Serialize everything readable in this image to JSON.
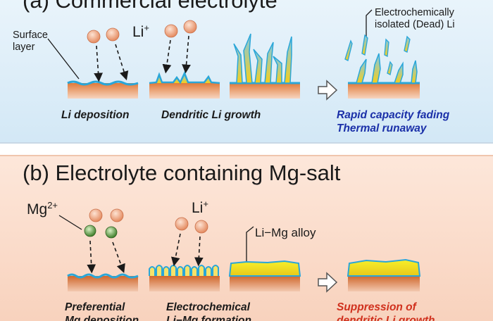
{
  "panel_a": {
    "heading": "(a) Commercial electrolyte",
    "surface_label_line1": "Surface",
    "surface_label_line2": "layer",
    "li_ion": "Li",
    "li_ion_charge": "+",
    "dead_li_line1": "Electrochemically",
    "dead_li_line2": "isolated (Dead)  Li",
    "step1_caption": "Li deposition",
    "step2_caption": "Dendritic Li growth",
    "result_line1": "Rapid capacity fading",
    "result_line2": "Thermal runaway"
  },
  "panel_b": {
    "heading": "(b) Electrolyte containing Mg-salt",
    "mg_ion": "Mg",
    "mg_ion_charge": "2+",
    "li_ion": "Li",
    "li_ion_charge": "+",
    "alloy_label": "Li−Mg alloy",
    "step1_line1": "Preferential",
    "step1_line2": "Mg deposition",
    "step2_line1": "Electrochemical",
    "step2_line2": "Li−Mg formation",
    "result_line1": "Suppression of",
    "result_line2": "dendritic Li growth"
  },
  "colors": {
    "panel_a_bg": "#dcecf8",
    "panel_b_bg": "#fadcca",
    "li_ion": "#f2a27e",
    "mg_ion": "#6aa84f",
    "substrate": "#c8692f",
    "surface_layer": "#2aa6d8",
    "dendrite": "#f2c81e",
    "result_blue": "#1a2fa8",
    "result_red": "#d0301d"
  }
}
